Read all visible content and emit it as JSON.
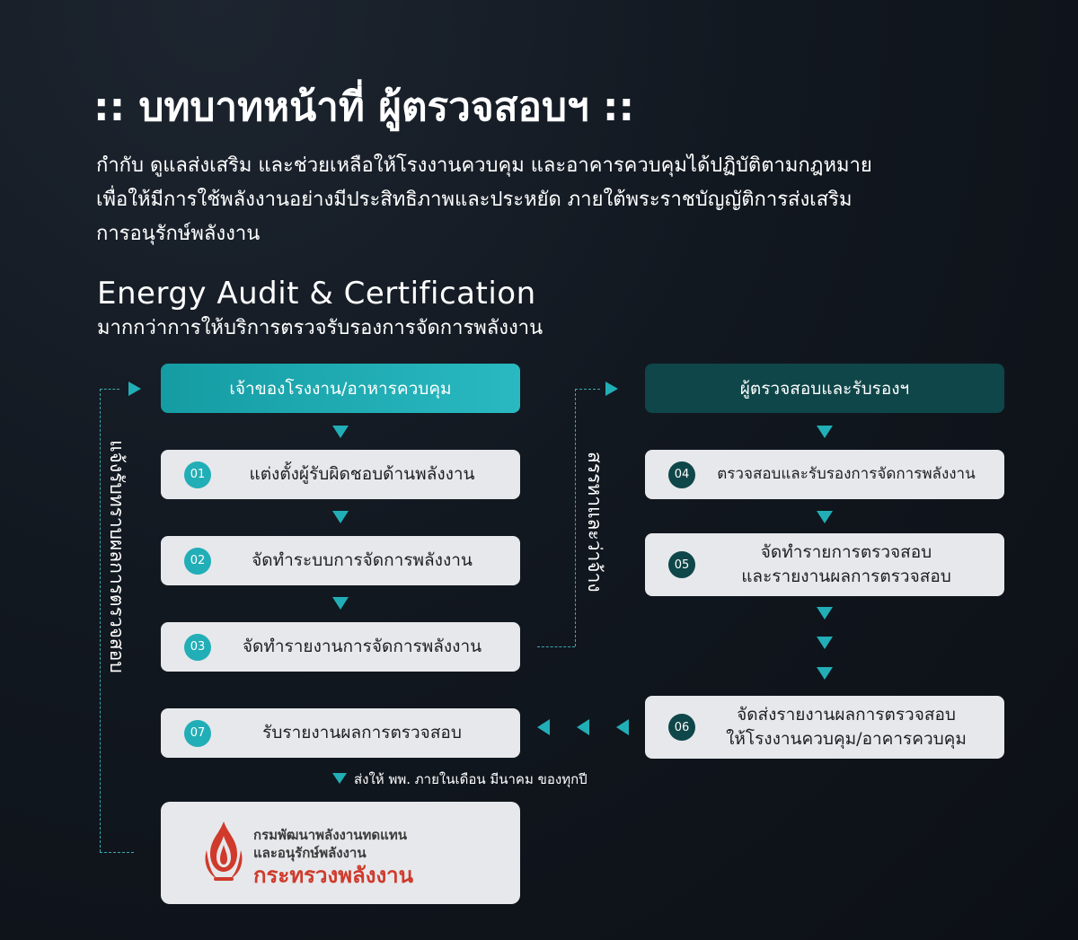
{
  "title": ":: บทบาทหน้าที่ ผู้ตรวจสอบฯ ::",
  "description": [
    "กำกับ ดูแลส่งเสริม และช่วยเหลือให้โรงงานควบคุม และอาคารควบคุมได้ปฏิบัติตามกฎหมาย",
    "เพื่อให้มีการใช้พลังงานอย่างมีประสิทธิภาพและประหยัด ภายใต้พระราชบัญญัติการส่งเสริม",
    "การอนุรักษ์พลังงาน"
  ],
  "section": {
    "title": "Energy Audit & Certification",
    "subtitle": "มากกว่าการให้บริการตรวจรับรองการจัดการพลังงาน"
  },
  "flow": {
    "left_header": "เจ้าของโรงงาน/อาหารควบคุม",
    "right_header": "ผู้ตรวจสอบและรับรองฯ",
    "steps": [
      {
        "num": "01",
        "lines": [
          "แต่งตั้งผู้รับผิดชอบด้านพลังงาน"
        ]
      },
      {
        "num": "02",
        "lines": [
          "จัดทำระบบการจัดการพลังงาน"
        ]
      },
      {
        "num": "03",
        "lines": [
          "จัดทำรายงานการจัดการพลังงาน"
        ]
      },
      {
        "num": "04",
        "lines": [
          "ตรวจสอบและรับรองการจัดการพลังงาน"
        ]
      },
      {
        "num": "05",
        "lines": [
          "จัดทำรายการตรวจสอบ",
          "และรายงานผลการตรวจสอบ"
        ]
      },
      {
        "num": "06",
        "lines": [
          "จัดส่งรายงานผลการตรวจสอบ",
          "ให้โรงงานควบคุม/อาคารควบคุม"
        ]
      },
      {
        "num": "07",
        "lines": [
          "รับรายงานผลการตรวจสอบ"
        ]
      }
    ],
    "left_side_label": "แจ้งรับทราบผลการตรวจสอบ",
    "middle_side_label": "สรรหาและว่าจ้าง",
    "submit_note": "ส่งให้ พพ. ภายในเดือน มีนาคม ของทุกปี"
  },
  "logo": {
    "line1": "กรมพัฒนาพลังงานทดแทน",
    "line2": "และอนุรักษ์พลังงาน",
    "line3": "กระทรวงพลังงาน",
    "icon": "flame-emblem-icon"
  },
  "colors": {
    "accent": "#22aeb6",
    "dark_header": "#0f4649",
    "box_bg": "#e6e8eb",
    "logo_red": "#cf3a2b"
  }
}
